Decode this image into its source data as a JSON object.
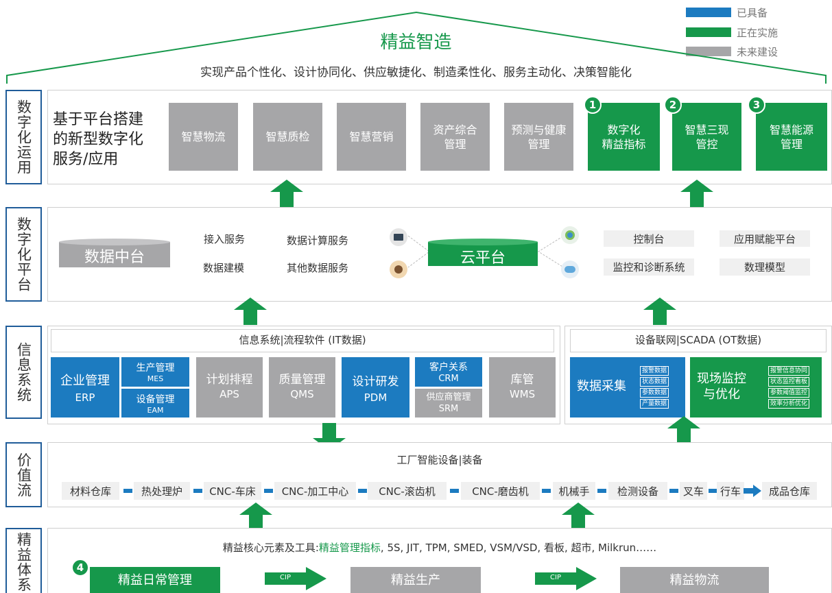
{
  "legend": [
    {
      "label": "已具备",
      "color": "#1c7bc0"
    },
    {
      "label": "正在实施",
      "color": "#16984b"
    },
    {
      "label": "未来建设",
      "color": "#a6a6a8"
    }
  ],
  "roof": {
    "title": "精益智造",
    "subtitle": "实现产品个性化、设计协同化、供应敏捷化、制造柔性化、服务主动化、决策智能化"
  },
  "rows": {
    "r1": "数字化运用",
    "r2": "数字化平台",
    "r3": "信息系统",
    "r4": "价值流",
    "r5": "精益体系"
  },
  "apps": {
    "heading": "基于平台搭建的新型数字化服务/应用",
    "heading_l1": "基于平台搭建",
    "heading_l2": "的新型数字化",
    "heading_l3": "服务/应用",
    "gray": [
      "智慧物流",
      "智慧质检",
      "智慧营销",
      "资产综合管理",
      "预测与健康管理"
    ],
    "green": [
      {
        "num": "1",
        "l1": "数字化",
        "l2": "精益指标"
      },
      {
        "num": "2",
        "l1": "智慧三现",
        "l2": "管控"
      },
      {
        "num": "3",
        "l1": "智慧能源",
        "l2": "管理"
      }
    ],
    "gray4_l1": "资产综合",
    "gray4_l2": "管理",
    "gray5_l1": "预测与健康",
    "gray5_l2": "管理"
  },
  "platform": {
    "data_center": "数据中台",
    "services": [
      "接入服务",
      "数据计算服务",
      "数据建模",
      "其他数据服务"
    ],
    "cloud": "云平台",
    "right": [
      "控制台",
      "应用赋能平台",
      "监控和诊断系统",
      "数理模型"
    ]
  },
  "info": {
    "it_title": "信息系统|流程软件 (IT数据)",
    "ot_title": "设备联网|SCADA (OT数据)",
    "erp": {
      "name": "企业管理",
      "code": "ERP"
    },
    "mes": {
      "name": "生产管理",
      "code": "MES"
    },
    "eam": {
      "name": "设备管理",
      "code": "EAM"
    },
    "aps": {
      "name": "计划排程",
      "code": "APS"
    },
    "qms": {
      "name": "质量管理",
      "code": "QMS"
    },
    "pdm": {
      "name": "设计研发",
      "code": "PDM"
    },
    "crm": {
      "name": "客户关系",
      "code": "CRM"
    },
    "srm": {
      "name": "供应商管理",
      "code": "SRM"
    },
    "wms": {
      "name": "库管",
      "code": "WMS"
    },
    "collect": {
      "name": "数据采集",
      "tags": [
        "报警数据",
        "状态数据",
        "参数数据",
        "产量数据"
      ]
    },
    "monitor": {
      "l1": "现场监控",
      "l2": "与优化",
      "tags": [
        "报警信息协同",
        "状态监控看板",
        "参数阈值监控",
        "效率分析优化"
      ]
    }
  },
  "value_stream": {
    "title": "工厂智能设备|装备",
    "steps": [
      "材料仓库",
      "热处理炉",
      "CNC-车床",
      "CNC-加工中心",
      "CNC-滚齿机",
      "CNC-磨齿机",
      "机械手",
      "检测设备",
      "叉车",
      "行车",
      "成品仓库"
    ]
  },
  "lean": {
    "tools_prefix": "精益核心元素及工具:",
    "tools_highlight": "精益管理指标",
    "tools_rest": ", 5S, JIT, TPM, SMED, VSM/VSD, 看板, 超市, Milkrun……",
    "num": "4",
    "daily": "精益日常管理",
    "cip1": "CIP",
    "production": "精益生产",
    "cip2": "CIP",
    "logistics": "精益物流"
  }
}
